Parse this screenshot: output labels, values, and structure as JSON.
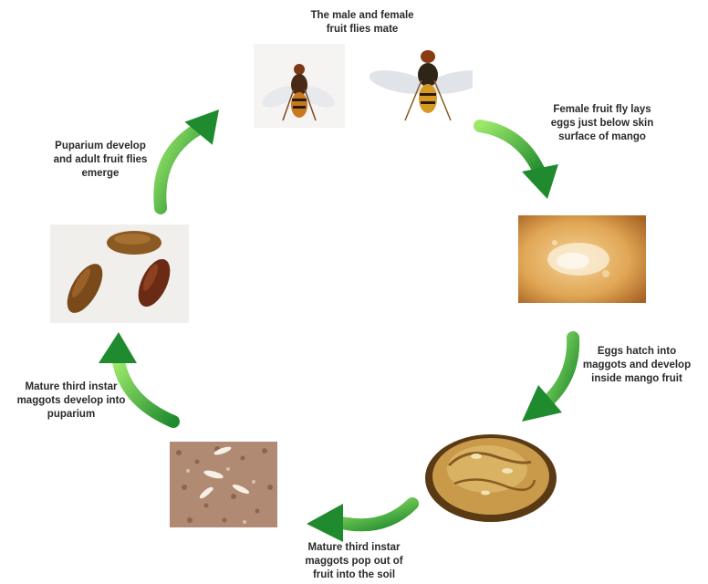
{
  "stages": {
    "mating": "The male and female\nfruit flies mate",
    "egg_laying": "Female fruit fly lays\neggs just below skin\nsurface of mango",
    "hatching": "Eggs hatch into\nmaggots and develop\ninside mango fruit",
    "soil": "Mature third instar\nmaggots pop out of\nfruit into the soil",
    "pupation": "Mature third instar\nmaggots develop into\npuparium",
    "emergence": "Puparium develop\nand adult fruit flies\nemerge"
  },
  "images": {
    "mating": "fruit-fly-pair",
    "egg_laying": "mango-skin-eggs",
    "hatching": "infested-mango-fruit",
    "soil": "maggots-in-soil",
    "pupation": "puparia"
  },
  "colors": {
    "arrow_dark": "#1f8a2e",
    "arrow_light": "#7ed957",
    "text": "#2a2a2a"
  }
}
